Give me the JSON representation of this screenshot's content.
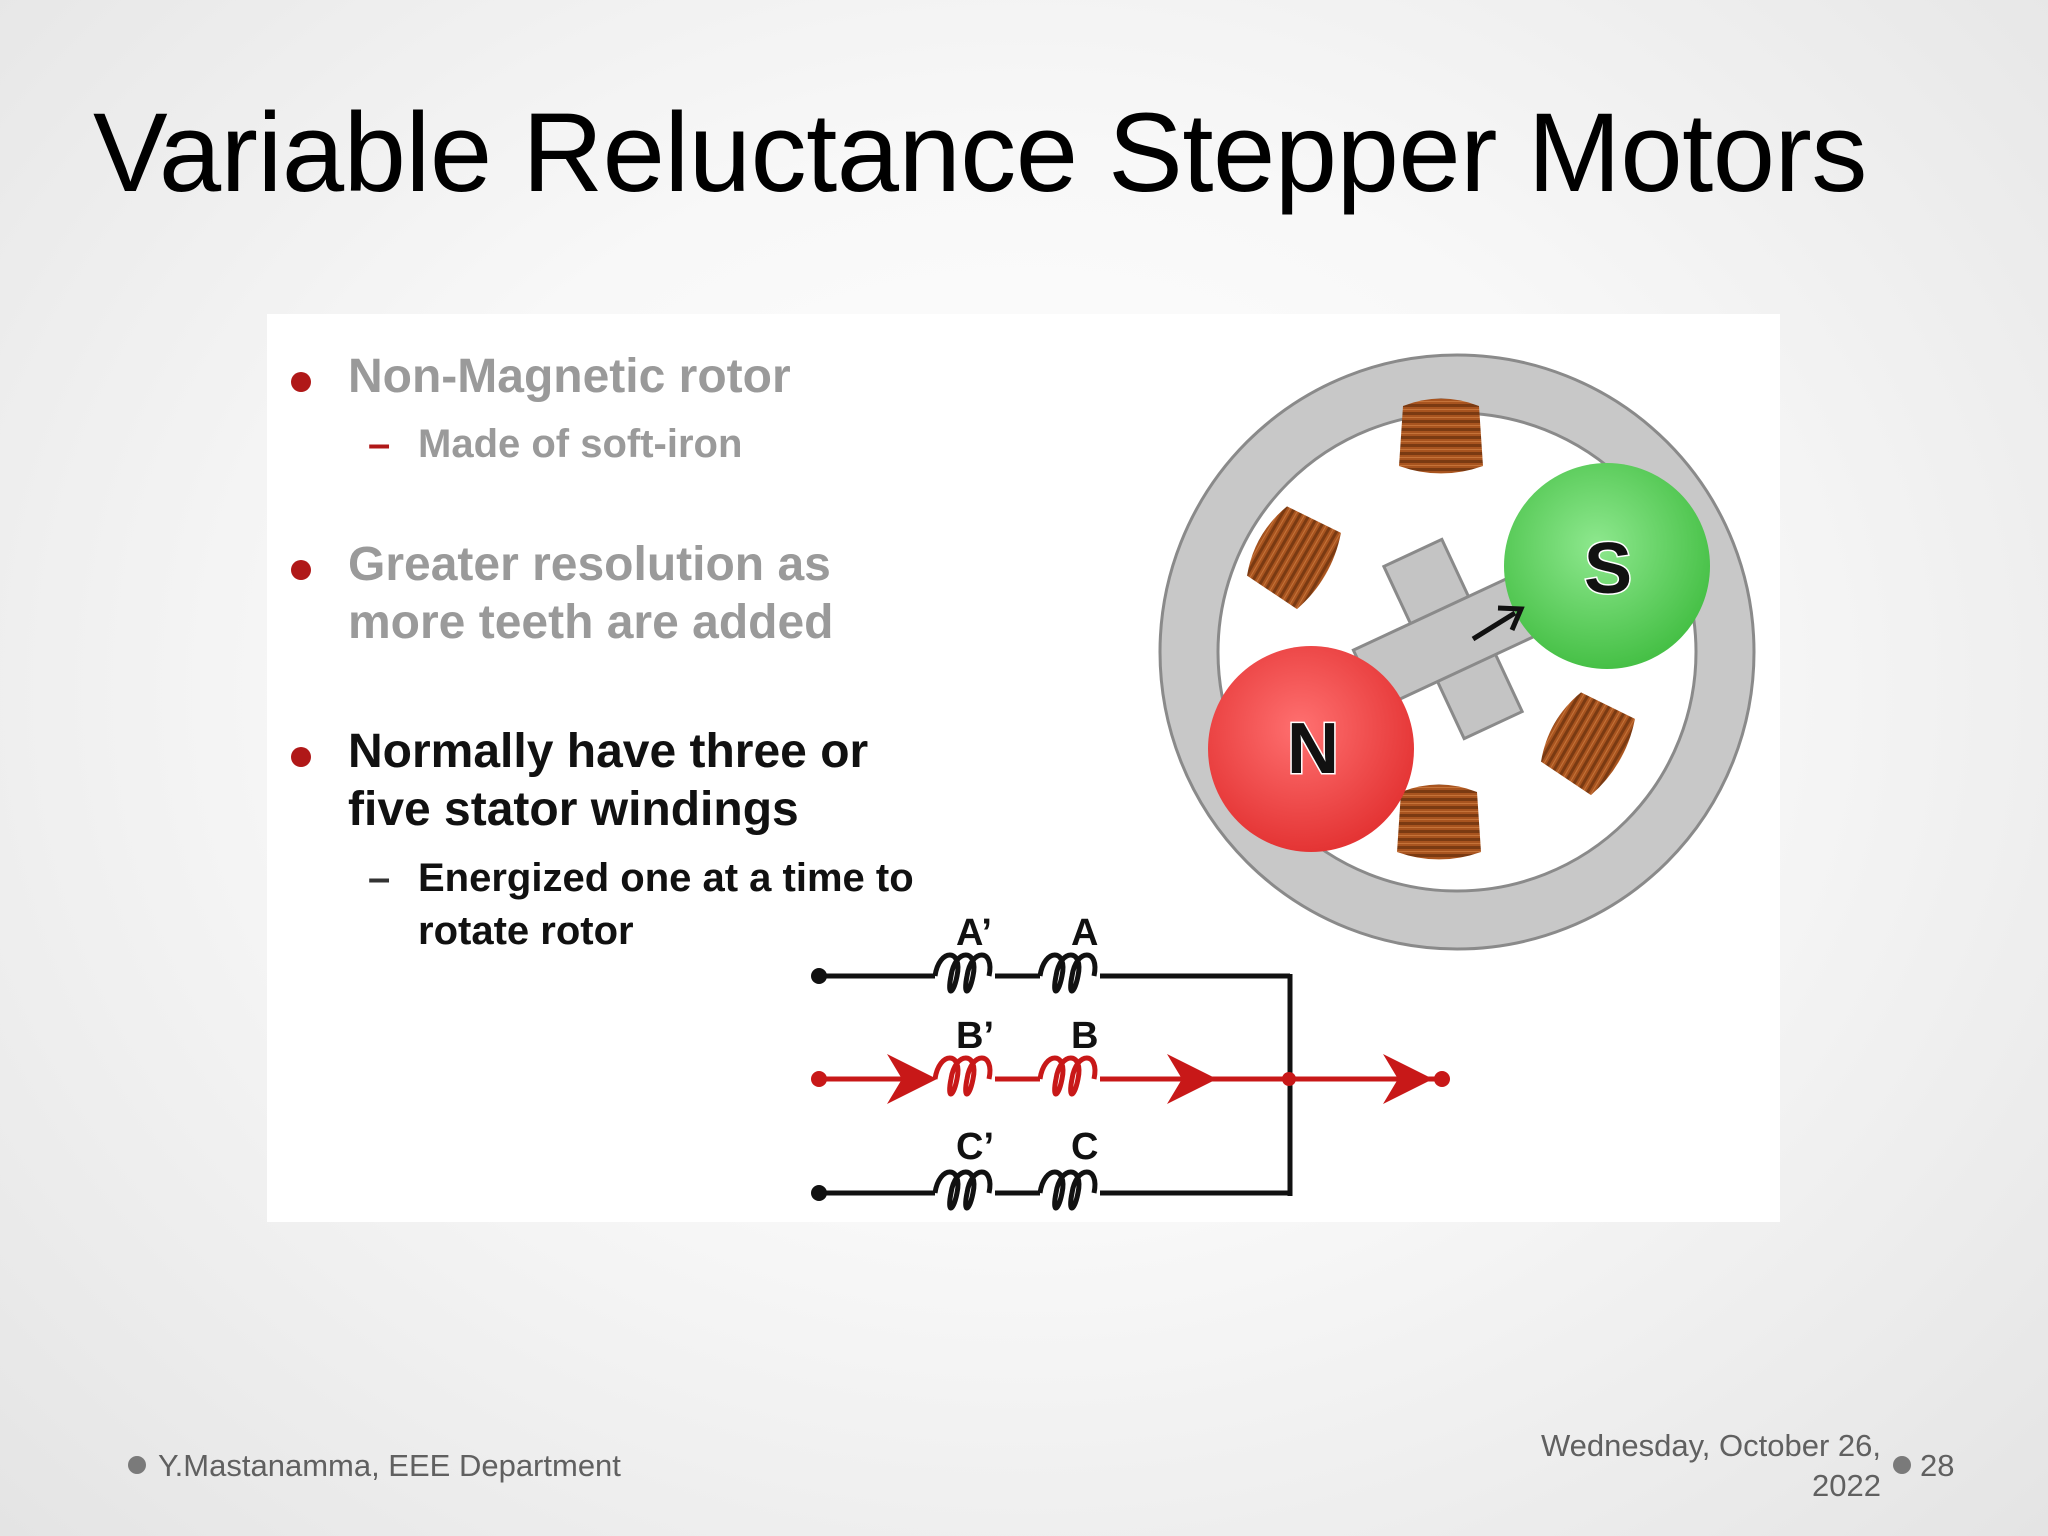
{
  "slide": {
    "title": "Variable Reluctance Stepper Motors",
    "bullets": [
      {
        "text_line1": "Non-Magnetic rotor",
        "text_line2": "",
        "sub_line1": "Made of soft-iron",
        "sub_line2": "",
        "style": "gray"
      },
      {
        "text_line1": "Greater resolution as",
        "text_line2": "more teeth are added",
        "style": "gray"
      },
      {
        "text_line1": "Normally have three or",
        "text_line2": "five stator windings",
        "sub_line1": "Energized one at a time to",
        "sub_line2": "rotate rotor",
        "style": "black"
      }
    ],
    "sub_marker": "–"
  },
  "diagram": {
    "pole_n": "N",
    "pole_s": "S",
    "coils": {
      "a_prime": "A’",
      "a": "A",
      "b_prime": "B’",
      "b": "B",
      "c_prime": "C’",
      "c": "C"
    },
    "colors": {
      "north": "#f04848",
      "south": "#5ccc5c",
      "active": "#c81818",
      "winding": "#9c4a1c",
      "stator": "#c8c8c8"
    }
  },
  "footer": {
    "author": "Y.Mastanamma, EEE Department",
    "date_line1": "Wednesday, October 26,",
    "date_line2": "2022",
    "page_number": "28"
  }
}
